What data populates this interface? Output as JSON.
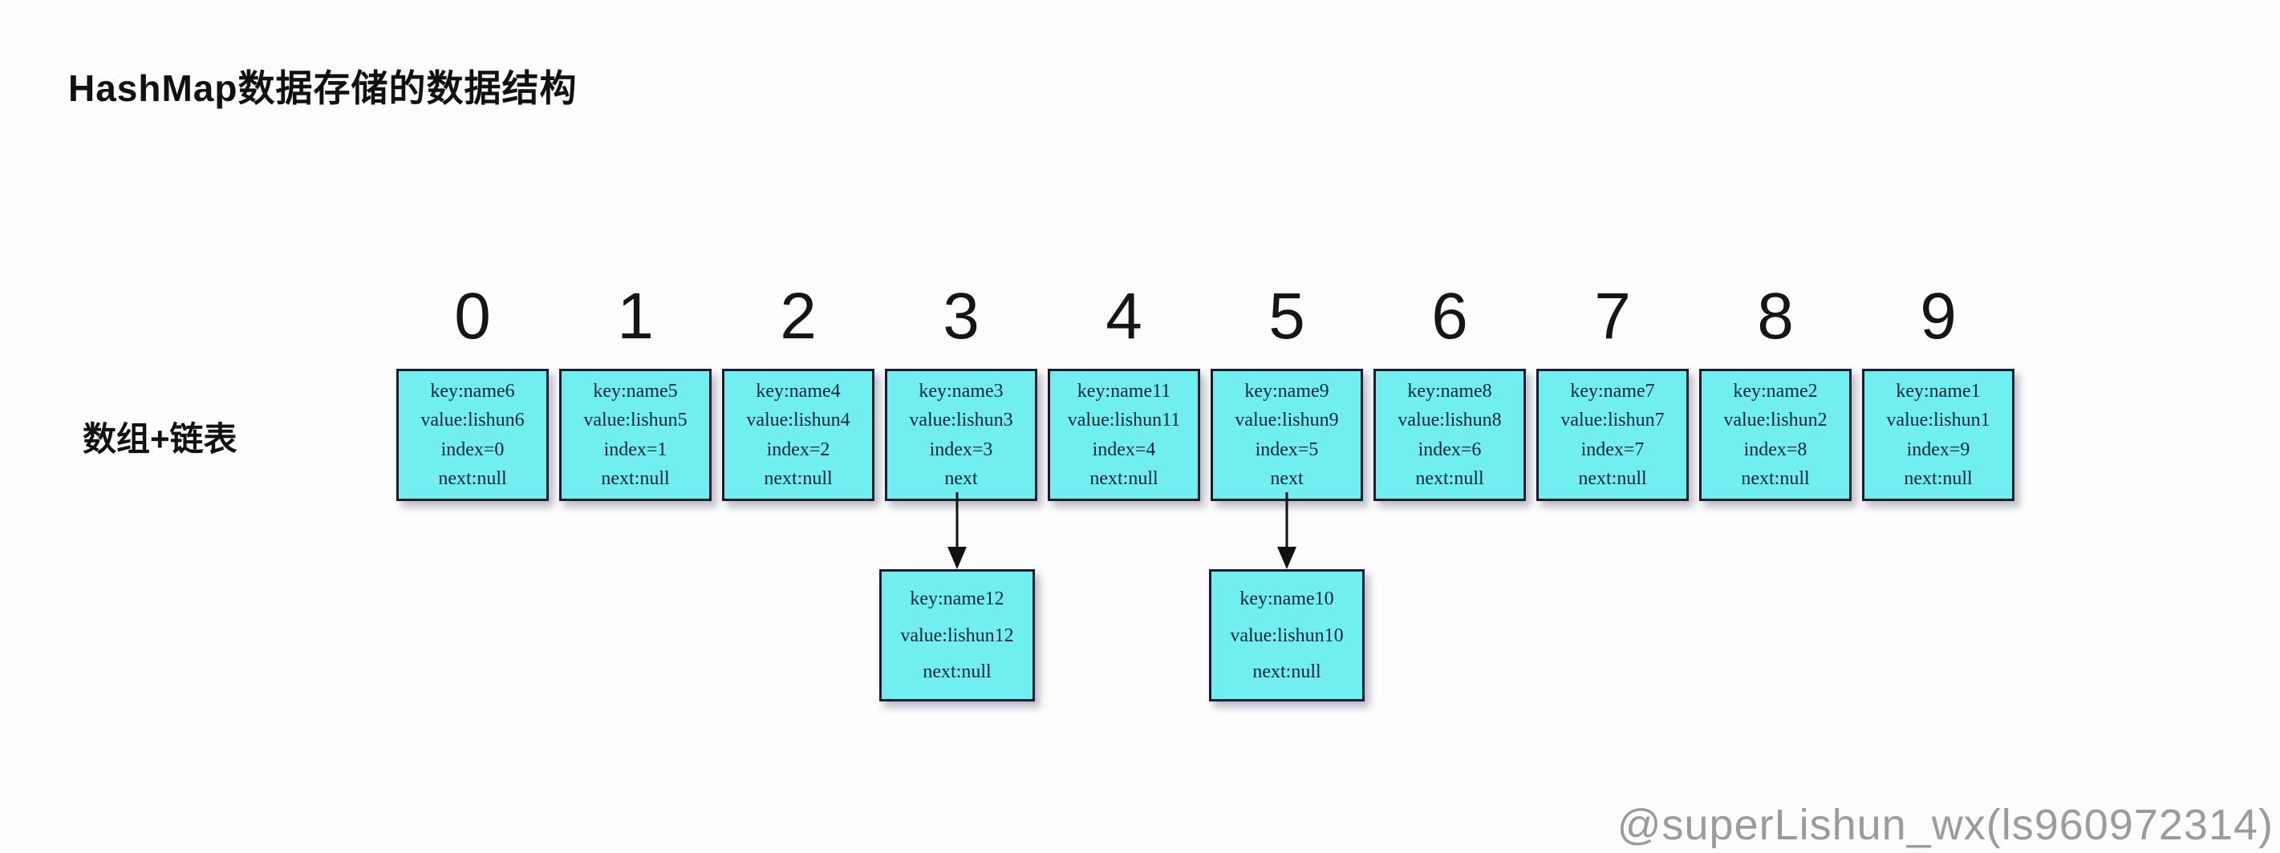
{
  "title": "HashMap数据存储的数据结构",
  "row_label": "数组+链表",
  "watermark": "@superLishun_wx(ls960972314)",
  "colors": {
    "box_fill": "#70eef0",
    "box_border": "#1b1b2e",
    "box_text": "#0c2538",
    "arrow": "#111111"
  },
  "buckets": [
    {
      "index": "0",
      "lines": [
        "key:name6",
        "value:lishun6",
        "index=0",
        "next:null"
      ]
    },
    {
      "index": "1",
      "lines": [
        "key:name5",
        "value:lishun5",
        "index=1",
        "next:null"
      ]
    },
    {
      "index": "2",
      "lines": [
        "key:name4",
        "value:lishun4",
        "index=2",
        "next:null"
      ]
    },
    {
      "index": "3",
      "lines": [
        "key:name3",
        "value:lishun3",
        "index=3",
        "next"
      ]
    },
    {
      "index": "4",
      "lines": [
        "key:name11",
        "value:lishun11",
        "index=4",
        "next:null"
      ]
    },
    {
      "index": "5",
      "lines": [
        "key:name9",
        "value:lishun9",
        "index=5",
        "next"
      ]
    },
    {
      "index": "6",
      "lines": [
        "key:name8",
        "value:lishun8",
        "index=6",
        "next:null"
      ]
    },
    {
      "index": "7",
      "lines": [
        "key:name7",
        "value:lishun7",
        "index=7",
        "next:null"
      ]
    },
    {
      "index": "8",
      "lines": [
        "key:name2",
        "value:lishun2",
        "index=8",
        "next:null"
      ]
    },
    {
      "index": "9",
      "lines": [
        "key:name1",
        "value:lishun1",
        "index=9",
        "next:null"
      ]
    }
  ],
  "chain_nodes": [
    {
      "parent_index": "3",
      "lines": [
        "key:name12",
        "value:lishun12",
        "next:null"
      ]
    },
    {
      "parent_index": "5",
      "lines": [
        "key:name10",
        "value:lishun10",
        "next:null"
      ]
    }
  ]
}
